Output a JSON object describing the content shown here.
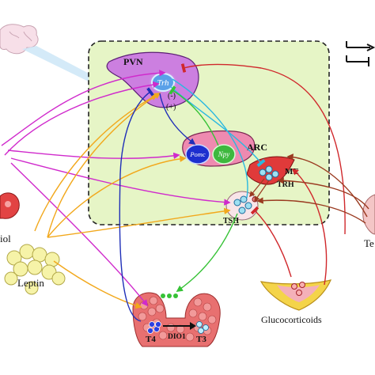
{
  "labels": {
    "pvn": "PVN",
    "trh_gene": "Trh",
    "minus": "(-)",
    "plus": "(+)",
    "arc": "ARC",
    "pomc": "Pomc",
    "npy": "Npy",
    "me": "ME",
    "trh_peptide": "TRH",
    "tsh": "TSH",
    "estradiol_fragment": "iol",
    "leptin": "Leptin",
    "glucocorticoids": "Glucocorticoids",
    "t4": "T4",
    "dio1": "DIO1",
    "t3": "T3",
    "testosterone_fragment": "Te"
  },
  "colors": {
    "hypothalamus_box": "#e6f5c6",
    "pvn": "#cc7fe0",
    "trh_bubble": "#5aa0e8",
    "arc": "#ee8ab0",
    "pomc": "#1d2fcf",
    "npy": "#3eb83e",
    "me": "#e03a3a",
    "thyroid": "#e87070",
    "leptin": "#f6f3a8",
    "glucocorticoids": "#f4d44a",
    "magenta_path": "#d02acc",
    "yellow_path": "#f2a81c",
    "blue_path": "#1f2fb8",
    "cyan_path": "#2ab8e0",
    "green_path": "#36c236",
    "red_path": "#d0282c",
    "brown_path": "#9a3a20"
  },
  "legend": {
    "items": [
      {
        "symbol": "stimulation-arrow-icon"
      },
      {
        "symbol": "inhibition-bar-icon"
      }
    ]
  }
}
